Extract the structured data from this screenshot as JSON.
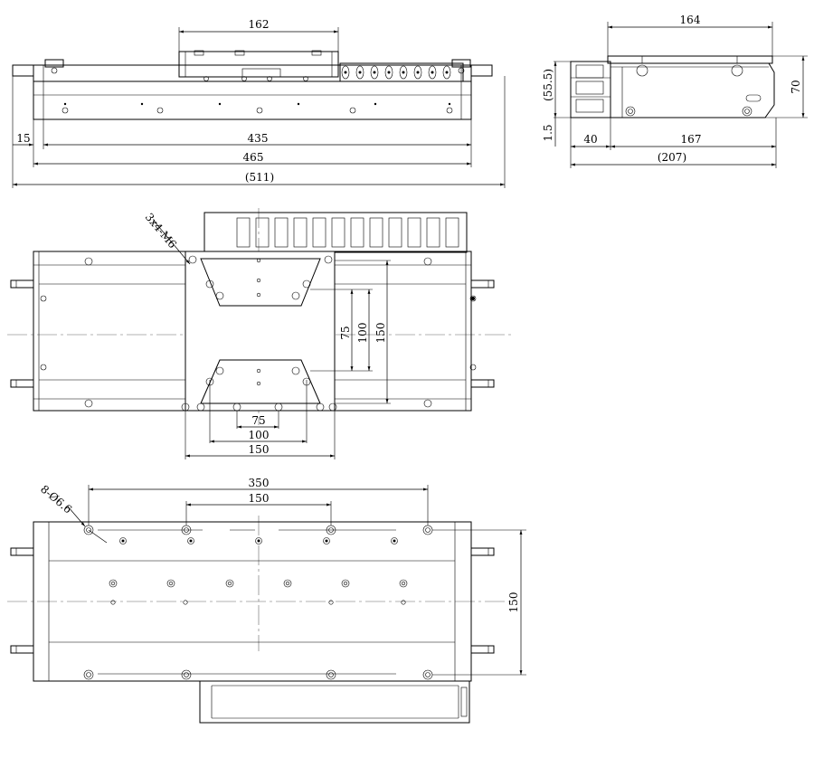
{
  "dimensions": {
    "side": {
      "carriage_length": "162",
      "end_offset": "15",
      "stroke": "435",
      "base_length": "465",
      "overall_length": "(511)"
    },
    "end": {
      "top_width": "164",
      "height_ref": "(55.5)",
      "height": "70",
      "base_thk": "1.5",
      "chain_offset": "40",
      "width": "167",
      "overall_width": "(207)"
    },
    "top": {
      "thread_callout": "3x4-M6",
      "hole_spacing_75": "75",
      "hole_spacing_100": "100",
      "hole_spacing_150": "150",
      "width_75": "75",
      "width_100": "100",
      "width_150": "150"
    },
    "bottom": {
      "hole_callout": "8-Ø6.6",
      "span_350": "350",
      "span_150": "150",
      "height_150": "150"
    }
  }
}
